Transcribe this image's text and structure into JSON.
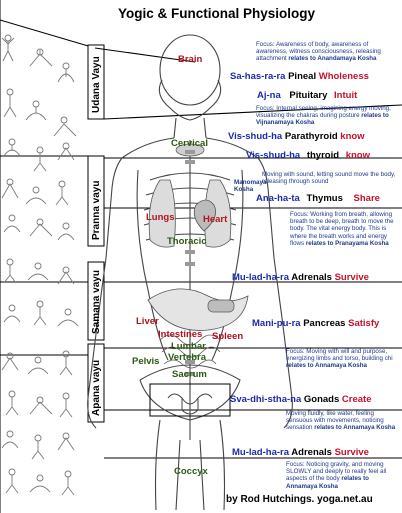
{
  "title": "Yogic & Functional Physiology",
  "credit": "by Rod Hutchings. yoga.net.au",
  "vayus": [
    "Udana Vayu",
    "Pranna vayu",
    "Samana vayu",
    "Apana vayu"
  ],
  "focus": {
    "f1": {
      "text": "Focus: Awareness of body, awareness of awareness, witness consciousness, releasing attachment",
      "relates": "relates to Anandamaya Kosha"
    },
    "f2": {
      "text": "Focus: Internal seeing, imagining energy moving, visualizing the chakras during posture",
      "relates": "relates to Vijnanamaya Kosha"
    },
    "f3": {
      "text": "Moving with sound, letting sound move the body, releasing through sound"
    },
    "f4": {
      "text": "Focus: Working from breath, allowing breath to be deep, breath to move the body. The vital energy body. This is where the breath works and energy flows",
      "relates": "relates to Pranayama Kosha"
    },
    "f5": {
      "text": "Focus: Moving with will and purpose, energizing limbs and torso, building chi",
      "relates": "relates to Annamaya Kosha"
    },
    "f6": {
      "text": "Moving fluidly, like water, feeling sensuous with movements, noticing sensation",
      "relates": "relates to Annamaya Kosha"
    },
    "f7": {
      "text": "Focus: Noticing gravity, and moving SLOWLY and deeply to really feel all aspects of the body",
      "relates": "relates to Annamaya Kosha"
    }
  },
  "manomaya": "Manomaya Kosha",
  "chakras": [
    {
      "chakra": "Sa-has-ra-ra",
      "gland": "Pineal",
      "quality": "Wholeness"
    },
    {
      "chakra": "Aj-na",
      "gland": "Pituitary",
      "quality": "Intuit"
    },
    {
      "chakra": "Vis-shud-ha",
      "gland": "Parathyroid",
      "quality": "know"
    },
    {
      "chakra": "Vis-shud-ha",
      "gland": "thyroid",
      "quality": "know"
    },
    {
      "chakra": "Ana-ha-ta",
      "gland": "Thymus",
      "quality": "Share"
    },
    {
      "chakra": "Mu-lad-ha-ra",
      "gland": "Adrenals",
      "quality": "Survive"
    },
    {
      "chakra": "Mani-pu-ra",
      "gland": "Pancreas",
      "quality": "Satisfy"
    },
    {
      "chakra": "Sva-dhi-stha-na",
      "gland": "Gonads",
      "quality": "Create"
    },
    {
      "chakra": "Mu-lad-ha-ra",
      "gland": "Adrenals",
      "quality": "Survive"
    }
  ],
  "organs": {
    "brain": "Brain",
    "cervical": "Cervical",
    "lungs": "Lungs",
    "heart": "Heart",
    "thoracic": "Thoracic",
    "liver": "Liver",
    "intestines": "Intestines",
    "spleen": "Spleen",
    "lumbar": "Lumbar",
    "vertebra": "Vertebra",
    "pelvis": "Pelvis",
    "sacrum": "Sacrum",
    "coccyx": "Coccyx"
  }
}
